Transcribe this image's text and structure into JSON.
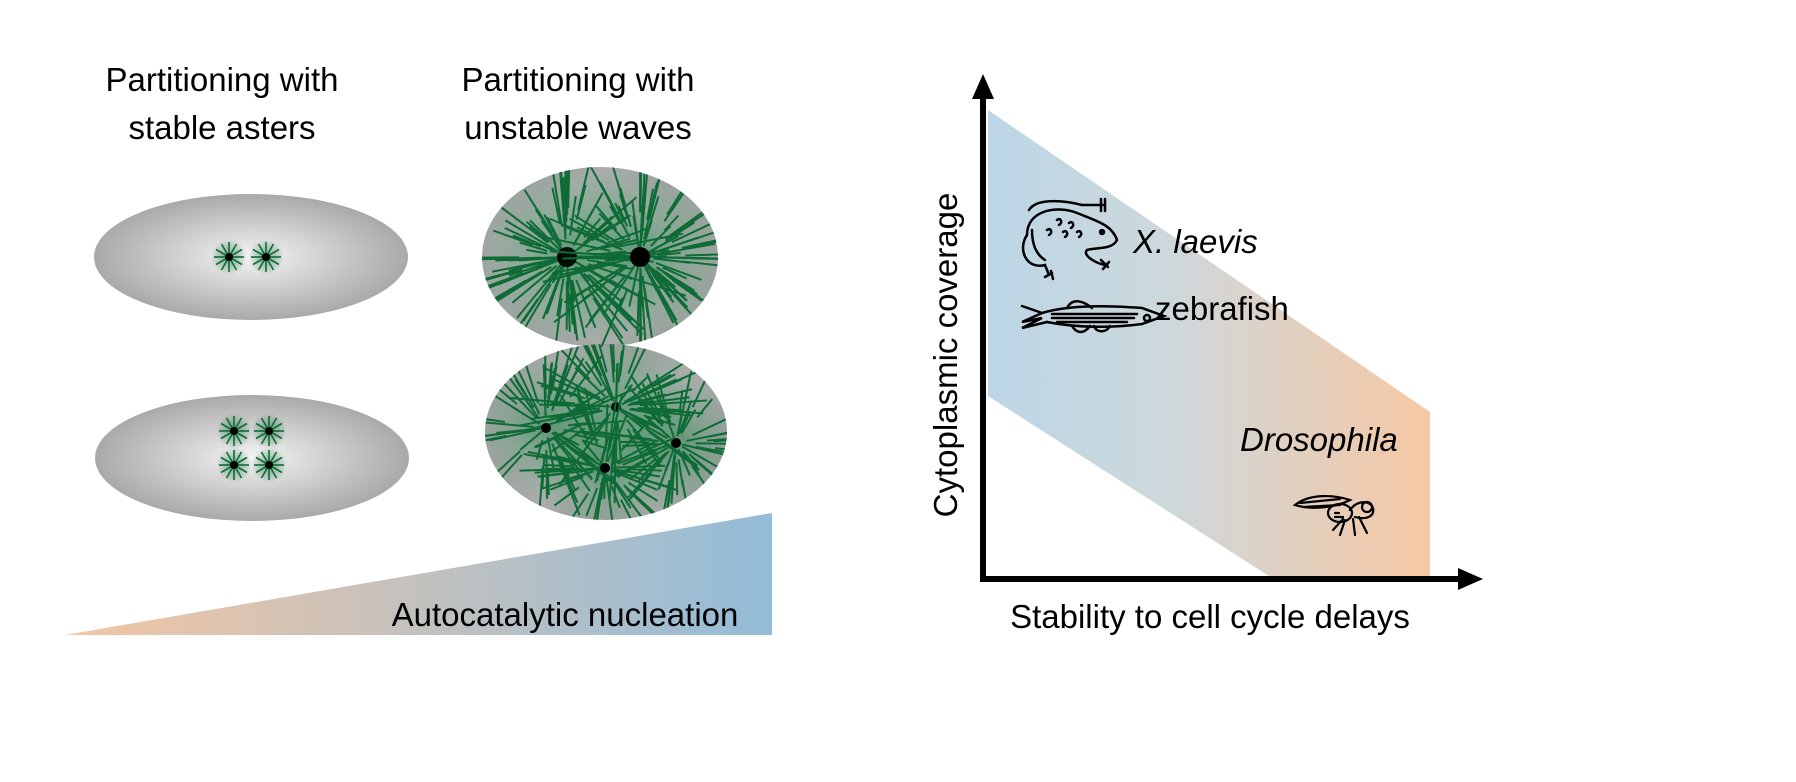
{
  "left_panel": {
    "stable_title": [
      "Partitioning with",
      "stable asters"
    ],
    "unstable_title": [
      "Partitioning with",
      "unstable waves"
    ],
    "gradient_label": "Autocatalytic nucleation"
  },
  "right_panel": {
    "y_axis_label": "Cytoplasmic coverage",
    "x_axis_label": "Stability to cell cycle delays",
    "organisms": [
      {
        "name": "X. laevis",
        "icon": "frog-icon"
      },
      {
        "name": "zebrafish",
        "icon": "fish-icon"
      },
      {
        "name": "Drosophila",
        "icon": "fly-icon"
      }
    ]
  },
  "colors": {
    "microtubule": "#0e6b35",
    "blue": "#93bcd8",
    "orange": "#f3c6a4",
    "band_blue": "#bcd6e6",
    "band_orange": "#f6c8a4"
  }
}
